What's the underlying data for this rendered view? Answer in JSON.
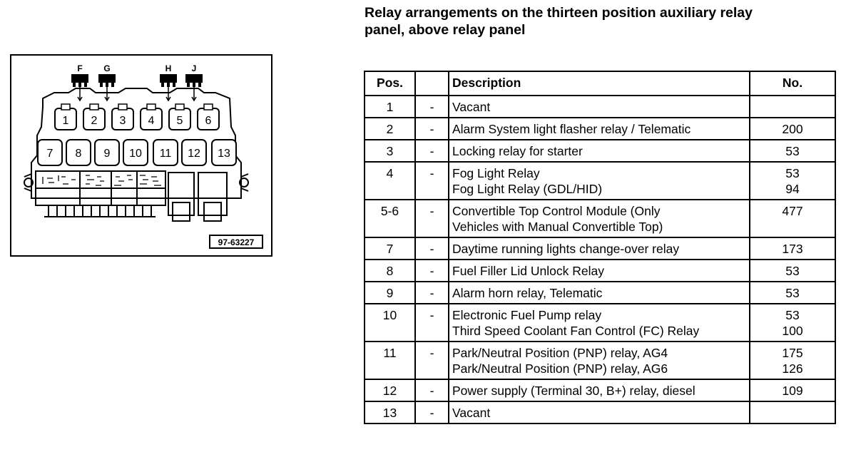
{
  "title_lines": [
    "Relay arrangements on the thirteen position auxiliary relay",
    "panel, above relay panel"
  ],
  "diagram": {
    "connector_labels": [
      "F",
      "G",
      "H",
      "J"
    ],
    "relay_top_row": [
      "1",
      "2",
      "3",
      "4",
      "5",
      "6"
    ],
    "relay_bottom_row": [
      "7",
      "8",
      "9",
      "10",
      "11",
      "12",
      "13"
    ],
    "figure_code": "97-63227"
  },
  "table": {
    "headers": {
      "pos": "Pos.",
      "blank": "",
      "description": "Description",
      "no": "No."
    },
    "rows": [
      {
        "pos": "1",
        "dash": "-",
        "desc": [
          "Vacant"
        ],
        "no": []
      },
      {
        "pos": "2",
        "dash": "-",
        "desc": [
          "Alarm System light flasher relay / Telematic"
        ],
        "no": [
          "200"
        ]
      },
      {
        "pos": "3",
        "dash": "-",
        "desc": [
          "Locking relay for starter"
        ],
        "no": [
          "53"
        ]
      },
      {
        "pos": "4",
        "dash": "-",
        "desc": [
          "Fog Light Relay",
          "Fog Light Relay (GDL/HID)"
        ],
        "no": [
          "53",
          "94"
        ]
      },
      {
        "pos": "5-6",
        "dash": "-",
        "desc": [
          "Convertible Top Control Module (Only",
          "Vehicles with Manual Convertible Top)"
        ],
        "no": [
          "477"
        ]
      },
      {
        "pos": "7",
        "dash": "-",
        "desc": [
          "Daytime running lights change-over relay"
        ],
        "no": [
          "173"
        ]
      },
      {
        "pos": "8",
        "dash": "-",
        "desc": [
          "Fuel Filler Lid Unlock Relay"
        ],
        "no": [
          "53"
        ]
      },
      {
        "pos": "9",
        "dash": "-",
        "desc": [
          "Alarm horn relay, Telematic"
        ],
        "no": [
          "53"
        ]
      },
      {
        "pos": "10",
        "dash": "-",
        "desc": [
          "Electronic Fuel Pump relay",
          "Third Speed Coolant Fan Control (FC) Relay"
        ],
        "no": [
          "53",
          "100"
        ]
      },
      {
        "pos": "11",
        "dash": "-",
        "desc": [
          "Park/Neutral Position (PNP) relay, AG4",
          "Park/Neutral Position (PNP) relay, AG6"
        ],
        "no": [
          "175",
          "126"
        ]
      },
      {
        "pos": "12",
        "dash": "-",
        "desc": [
          "Power supply (Terminal 30, B+) relay, diesel"
        ],
        "no": [
          "109"
        ]
      },
      {
        "pos": "13",
        "dash": "-",
        "desc": [
          "Vacant"
        ],
        "no": []
      }
    ]
  }
}
